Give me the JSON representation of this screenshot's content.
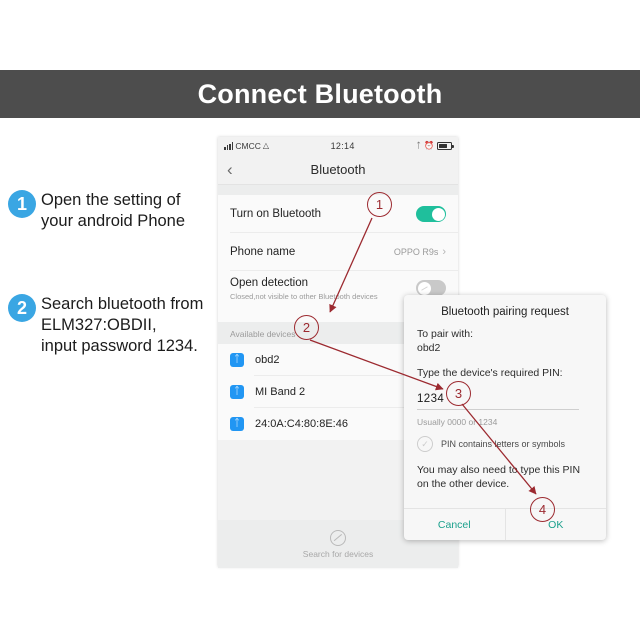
{
  "header": {
    "title": "Connect Bluetooth",
    "bg": "#4d4d4d",
    "text_color": "#ffffff"
  },
  "steps": [
    {
      "number": "1",
      "text": "Open the setting of\nyour android Phone"
    },
    {
      "number": "2",
      "text": "Search bluetooth from\nELM327:OBDII,\ninput password 1234."
    }
  ],
  "accent": {
    "step_badge": "#3aa6e3",
    "toggle_on": "#1fbf9c",
    "annotation": "#9c2a30",
    "bt_icon": "#2196f3",
    "dialog_button": "#1aa08c"
  },
  "phone": {
    "status_bar": {
      "carrier": "CMCC",
      "signal_icon": "signal-bars-icon",
      "wifi_icon": "wifi-icon",
      "time": "12:14",
      "bluetooth_icon": "bluetooth-icon",
      "alarm_icon": "alarm-icon",
      "battery_icon": "battery-icon"
    },
    "nav": {
      "back_icon": "chevron-left-icon",
      "title": "Bluetooth"
    },
    "settings_rows": [
      {
        "label": "Turn on Bluetooth",
        "control": "toggle",
        "state": "on"
      },
      {
        "label": "Phone name",
        "value": "OPPO R9s",
        "control": "chevron",
        "chevron_icon": "chevron-right-icon"
      },
      {
        "label": "Open detection",
        "sublabel": "Closed,not visible to other Bluetooth devices",
        "control": "toggle",
        "state": "off"
      }
    ],
    "devices_section_title": "Available devices",
    "devices": [
      {
        "name": "obd2",
        "icon": "bluetooth-icon"
      },
      {
        "name": "MI Band 2",
        "icon": "bluetooth-icon"
      },
      {
        "name": "24:0A:C4:80:8E:46",
        "icon": "bluetooth-icon"
      }
    ],
    "footer": {
      "icon": "refresh-icon",
      "label": "Search for devices"
    }
  },
  "dialog": {
    "title": "Bluetooth pairing request",
    "pair_with_label": "To pair with:",
    "device_name": "obd2",
    "pin_prompt": "Type the device's required PIN:",
    "pin_value": "1234",
    "pin_hint": "Usually 0000 or 1234",
    "checkbox": {
      "icon": "circle-check-icon",
      "label": "PIN contains letters or symbols"
    },
    "note": "You may also need to type this PIN on the other device.",
    "cancel_label": "Cancel",
    "ok_label": "OK"
  },
  "annotations": [
    {
      "number": "1",
      "target": "turn-on-bluetooth-toggle"
    },
    {
      "number": "2",
      "target": "device-obd2"
    },
    {
      "number": "3",
      "target": "pin-input"
    },
    {
      "number": "4",
      "target": "ok-button"
    }
  ]
}
